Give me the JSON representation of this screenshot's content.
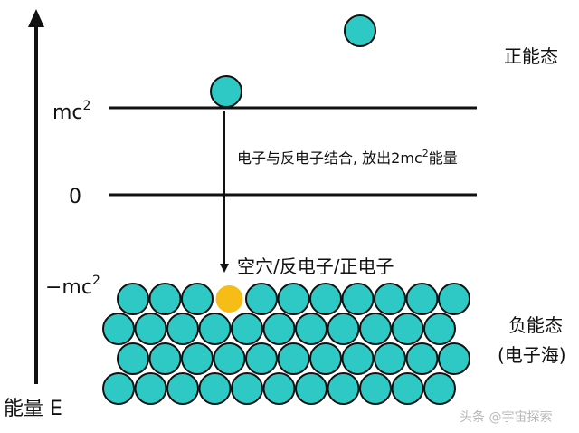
{
  "energy_axis": {
    "label": "能量 E"
  },
  "levels": {
    "mc2": {
      "base": "mc",
      "sup": "2"
    },
    "zero": {
      "label": "0"
    },
    "neg_mc2": {
      "base": "−mc",
      "sup": "2"
    }
  },
  "annotations": {
    "annihilation": {
      "text": "电子与反电子结合, 放出2mc",
      "sup": "2",
      "suffix": "能量"
    },
    "hole": {
      "text": "空穴/反电子/正电子"
    }
  },
  "states": {
    "positive": {
      "label": "正能态"
    },
    "negative": {
      "line1": "负能态",
      "line2": "(电子海)"
    }
  },
  "electron_sea": {
    "rows": [
      {
        "count": 11,
        "hole_index": 3
      },
      {
        "count": 11,
        "hole_index": -1
      },
      {
        "count": 11,
        "hole_index": -1
      },
      {
        "count": 11,
        "hole_index": -1
      }
    ]
  },
  "watermark": {
    "text": "头条 @宇宙探索"
  },
  "colors": {
    "electron": "#2ec8c5",
    "hole": "#f6bd16",
    "outline": "#111111",
    "watermark": "#b8b8b8"
  }
}
